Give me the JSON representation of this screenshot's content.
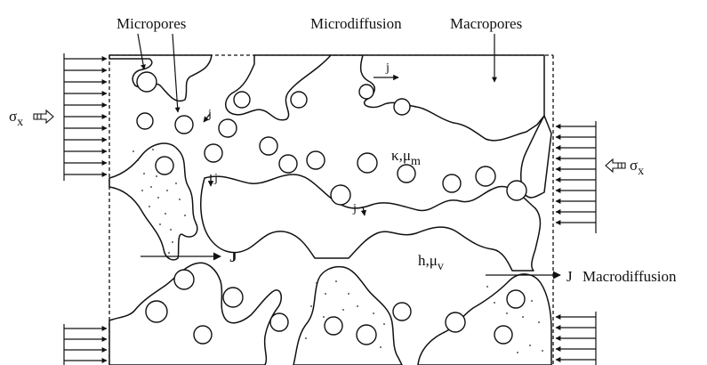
{
  "labels": {
    "micropores": "Micropores",
    "microdiffusion": "Microdiffusion",
    "macropores": "Macropores",
    "sigma_left": "σ",
    "sigma_left_sub": "x",
    "sigma_right": "σ",
    "sigma_right_sub": "x",
    "kappa_mu": "κ,μ",
    "kappa_mu_sub": "m",
    "h_mu": "h,μ",
    "h_mu_sub": "v",
    "j_1": "j",
    "j_2": "j",
    "j_3": "j",
    "j_4": "j",
    "J_left": "J",
    "J_right": "J",
    "macrodiffusion": "Macrodiffusion"
  },
  "colors": {
    "line": "#111111",
    "background": "#ffffff"
  },
  "icons": {
    "load_left": "right-arrow-bundle-icon",
    "load_right": "left-arrow-bundle-icon",
    "sigma_left_arrow": "hollow-right-arrow-icon",
    "sigma_right_arrow": "hollow-left-arrow-icon"
  }
}
